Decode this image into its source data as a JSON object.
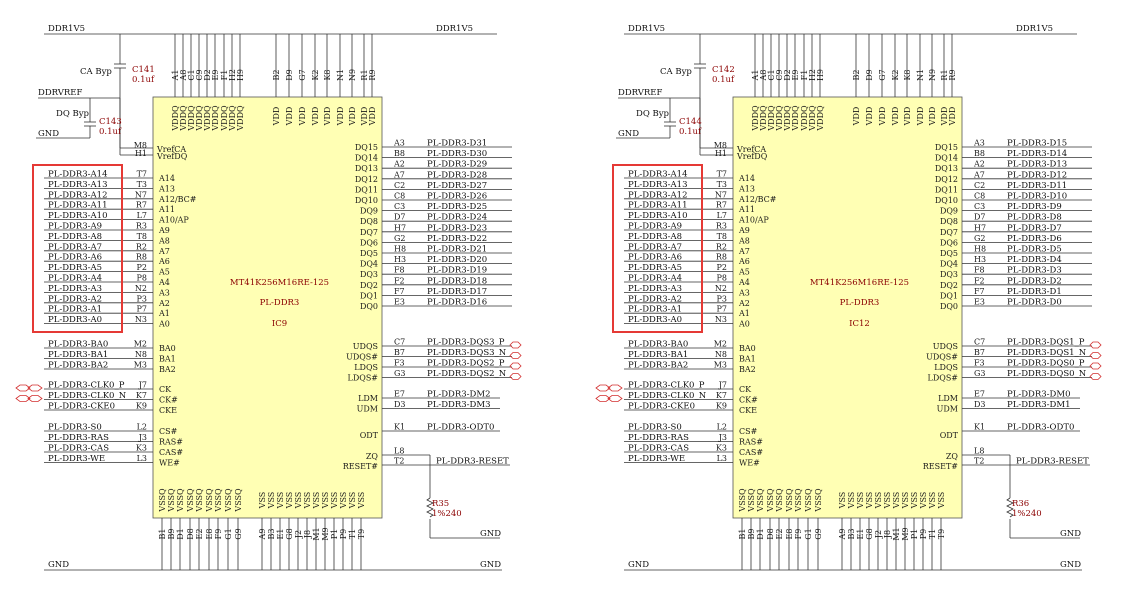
{
  "power": {
    "vdd": "DDR1V5",
    "gnd": "GND",
    "vref": "DDRVREF"
  },
  "labels": {
    "ca_byp": "CA Byp",
    "dq_byp": "DQ Byp"
  },
  "chip": {
    "part": "MT41K256M16RE-125",
    "group": "PL-DDR3",
    "top_vdd_pins": [
      "A1",
      "A8",
      "C1",
      "C9",
      "D2",
      "E9",
      "F1",
      "H2",
      "H9"
    ],
    "top_vdd_names": [
      "VDDQ",
      "VDDQ",
      "VDDQ",
      "VDDQ",
      "VDDQ",
      "VDDQ",
      "VDDQ",
      "VDDQ",
      "VDDQ"
    ],
    "top_vdd2_pins": [
      "B2",
      "D9",
      "G7",
      "K2",
      "K8",
      "N1",
      "N9",
      "R1",
      "R9"
    ],
    "top_vdd2_names": [
      "VDD",
      "VDD",
      "VDD",
      "VDD",
      "VDD",
      "VDD",
      "VDD",
      "VDD",
      "VDD"
    ],
    "bot_vss_pins": [
      "B1",
      "B9",
      "D1",
      "D8",
      "E2",
      "E8",
      "F9",
      "G1",
      "G9"
    ],
    "bot_vss_names": [
      "VSSQ",
      "VSSQ",
      "VSSQ",
      "VSSQ",
      "VSSQ",
      "VSSQ",
      "VSSQ",
      "VSSQ",
      "VSSQ"
    ],
    "bot_vss2_pins": [
      "A9",
      "B3",
      "E1",
      "G8",
      "J2",
      "J8",
      "M1",
      "M9",
      "P1",
      "P9",
      "T1",
      "T9"
    ],
    "bot_vss2_names": [
      "VSS",
      "VSS",
      "VSS",
      "VSS",
      "VSS",
      "VSS",
      "VSS",
      "VSS",
      "VSS",
      "VSS",
      "VSS",
      "VSS"
    ],
    "left_vref": [
      {
        "num": "M8",
        "name": "VrefCA"
      },
      {
        "num": "H1",
        "name": "VrefDQ"
      }
    ],
    "addr_nets": [
      "PL-DDR3-A14",
      "PL-DDR3-A13",
      "PL-DDR3-A12",
      "PL-DDR3-A11",
      "PL-DDR3-A10",
      "PL-DDR3-A9",
      "PL-DDR3-A8",
      "PL-DDR3-A7",
      "PL-DDR3-A6",
      "PL-DDR3-A5",
      "PL-DDR3-A4",
      "PL-DDR3-A3",
      "PL-DDR3-A2",
      "PL-DDR3-A1",
      "PL-DDR3-A0"
    ],
    "addr_pins": [
      "T7",
      "T3",
      "N7",
      "R7",
      "L7",
      "R3",
      "T8",
      "R2",
      "R8",
      "P2",
      "P8",
      "N2",
      "P3",
      "P7",
      "N3"
    ],
    "addr_names": [
      "A14",
      "A13",
      "A12/BC#",
      "A11",
      "A10/AP",
      "A9",
      "A8",
      "A7",
      "A6",
      "A5",
      "A4",
      "A3",
      "A2",
      "A1",
      "A0"
    ],
    "ba_nets": [
      "PL-DDR3-BA0",
      "PL-DDR3-BA1",
      "PL-DDR3-BA2"
    ],
    "ba_pins": [
      "M2",
      "N8",
      "M3"
    ],
    "ba_names": [
      "BA0",
      "BA1",
      "BA2"
    ],
    "clk_nets": [
      "PL-DDR3-CLK0_P",
      "PL-DDR3-CLK0_N",
      "PL-DDR3-CKE0"
    ],
    "clk_pins": [
      "J7",
      "K7",
      "K9"
    ],
    "clk_names": [
      "CK",
      "CK#",
      "CKE"
    ],
    "cmd_nets": [
      "PL-DDR3-S0",
      "PL-DDR3-RAS",
      "PL-DDR3-CAS",
      "PL-DDR3-WE"
    ],
    "cmd_pins": [
      "L2",
      "J3",
      "K3",
      "L3"
    ],
    "cmd_names": [
      "CS#",
      "RAS#",
      "CAS#",
      "WE#"
    ],
    "dq_names": [
      "DQ15",
      "DQ14",
      "DQ13",
      "DQ12",
      "DQ11",
      "DQ10",
      "DQ9",
      "DQ8",
      "DQ7",
      "DQ6",
      "DQ5",
      "DQ4",
      "DQ3",
      "DQ2",
      "DQ1",
      "DQ0"
    ],
    "dq_pins": [
      "A3",
      "B8",
      "A2",
      "A7",
      "C2",
      "C8",
      "C3",
      "D7",
      "H7",
      "G2",
      "H8",
      "H3",
      "F8",
      "F2",
      "F7",
      "E3"
    ],
    "dqs_names": [
      "UDQS",
      "UDQS#",
      "LDQS",
      "LDQS#"
    ],
    "dqs_pins": [
      "C7",
      "B7",
      "F3",
      "G3"
    ],
    "dm_names": [
      "LDM",
      "UDM"
    ],
    "dm_pins": [
      "E7",
      "D3"
    ],
    "odt": {
      "name": "ODT",
      "pin": "K1"
    },
    "zq": {
      "name": "ZQ",
      "pin": "L8"
    },
    "reset": {
      "name": "RESET#",
      "pin": "T2"
    }
  },
  "units": [
    {
      "ref": "IC9",
      "cap_top": {
        "ref": "C141",
        "val": "0.1uf"
      },
      "cap_bot": {
        "ref": "C143",
        "val": "0.1uf"
      },
      "res": {
        "ref": "R35",
        "val": "1%240"
      },
      "dq_nets": [
        "PL-DDR3-D31",
        "PL-DDR3-D30",
        "PL-DDR3-D29",
        "PL-DDR3-D28",
        "PL-DDR3-D27",
        "PL-DDR3-D26",
        "PL-DDR3-D25",
        "PL-DDR3-D24",
        "PL-DDR3-D23",
        "PL-DDR3-D22",
        "PL-DDR3-D21",
        "PL-DDR3-D20",
        "PL-DDR3-D19",
        "PL-DDR3-D18",
        "PL-DDR3-D17",
        "PL-DDR3-D16"
      ],
      "dqs_nets": [
        "PL-DDR3-DQS3_P",
        "PL-DDR3-DQS3_N",
        "PL-DDR3-DQS2_P",
        "PL-DDR3-DQS2_N"
      ],
      "dm_nets": [
        "PL-DDR3-DM2",
        "PL-DDR3-DM3"
      ],
      "odt_net": "PL-DDR3-ODT0",
      "reset_net": "PL-DDR3-RESET"
    },
    {
      "ref": "IC12",
      "cap_top": {
        "ref": "C142",
        "val": "0.1uf"
      },
      "cap_bot": {
        "ref": "C144",
        "val": "0.1uf"
      },
      "res": {
        "ref": "R36",
        "val": "1%240"
      },
      "dq_nets": [
        "PL-DDR3-D15",
        "PL-DDR3-D14",
        "PL-DDR3-D13",
        "PL-DDR3-D12",
        "PL-DDR3-D11",
        "PL-DDR3-D10",
        "PL-DDR3-D9",
        "PL-DDR3-D8",
        "PL-DDR3-D7",
        "PL-DDR3-D6",
        "PL-DDR3-D5",
        "PL-DDR3-D4",
        "PL-DDR3-D3",
        "PL-DDR3-D2",
        "PL-DDR3-D1",
        "PL-DDR3-D0"
      ],
      "dqs_nets": [
        "PL-DDR3-DQS1_P",
        "PL-DDR3-DQS1_N",
        "PL-DDR3-DQS0_P",
        "PL-DDR3-DQS0_N"
      ],
      "dm_nets": [
        "PL-DDR3-DM0",
        "PL-DDR3-DM1"
      ],
      "odt_net": "PL-DDR3-ODT0",
      "reset_net": "PL-DDR3-RESET"
    }
  ],
  "colors": {
    "chip_fill": "#ffffb4",
    "highlight": "#e53935",
    "component_text": "#8b0000"
  }
}
